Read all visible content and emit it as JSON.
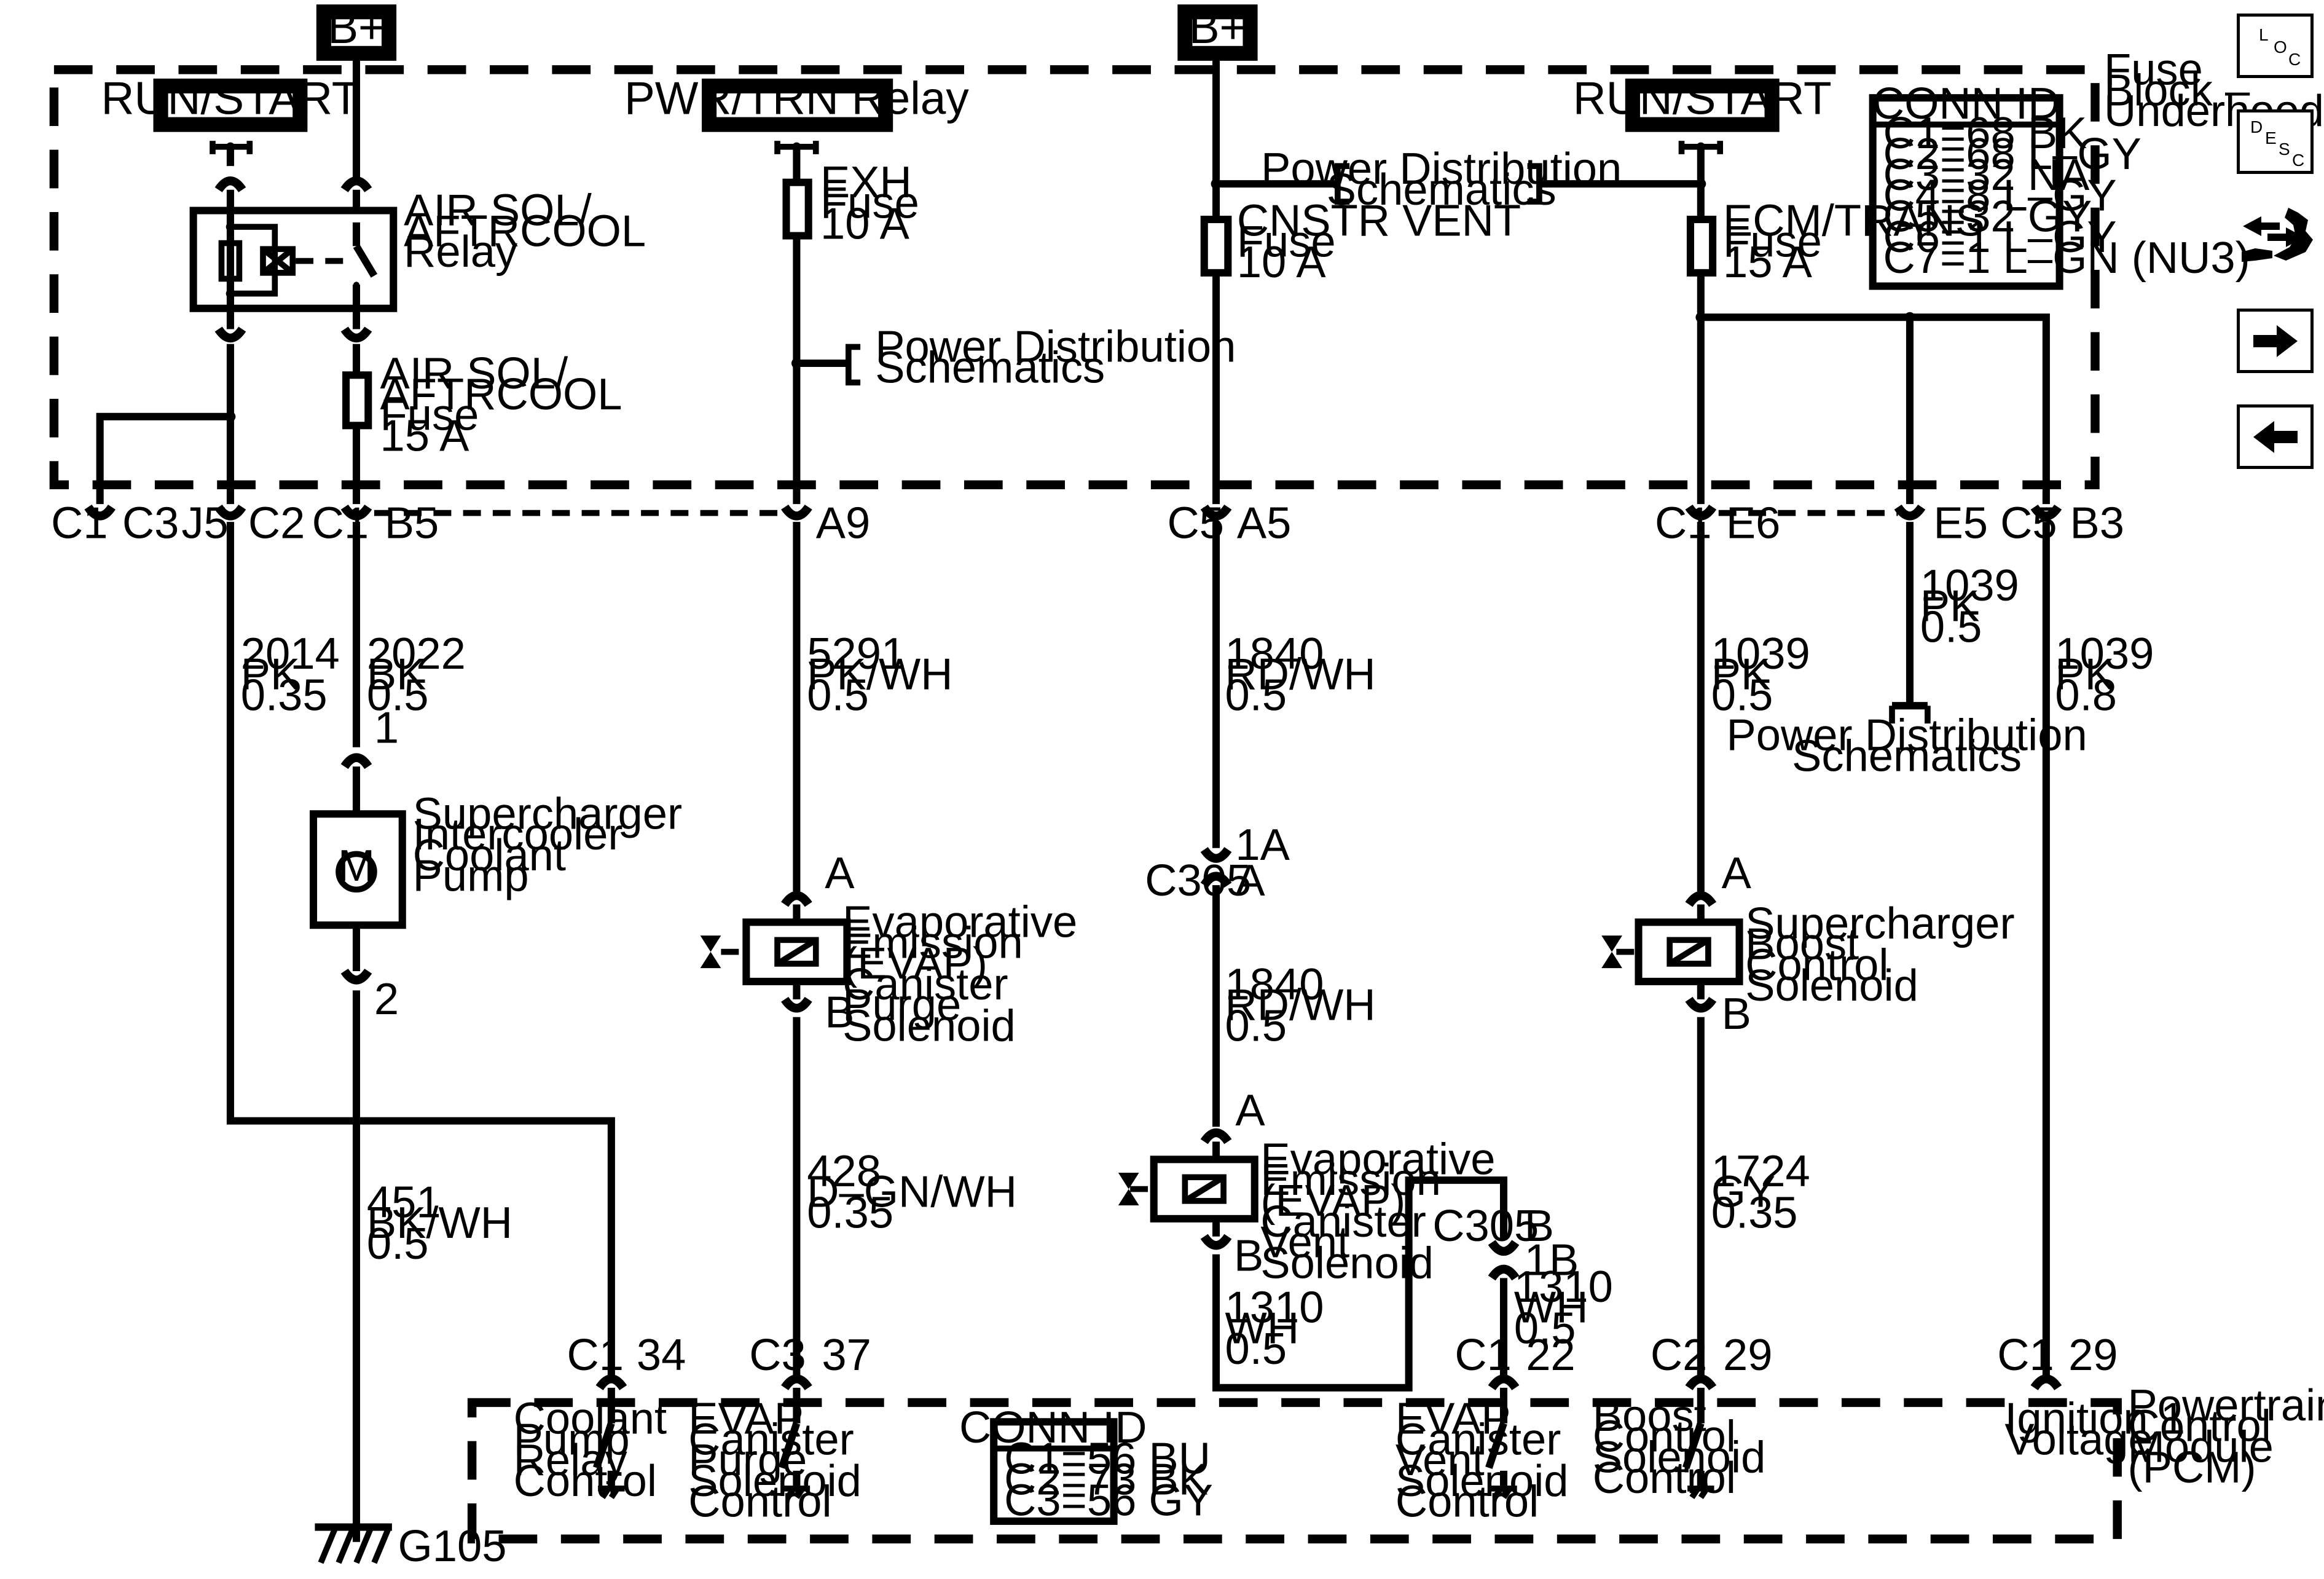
{
  "header_labels": {
    "bplus_left": "B+",
    "bplus_mid": "B+",
    "run_start_left": "RUN/START",
    "pwr_trn_relay": "PWR/TRN Relay",
    "run_start_right": "RUN/START"
  },
  "fuse_block_label": [
    "Fuse",
    "Block –",
    "Underhood"
  ],
  "pcm_label": [
    "Powertrain",
    "Control",
    "Module",
    "(PCM)"
  ],
  "conn_id_top": {
    "title": "CONN ID",
    "rows": [
      "C1=68 BK",
      "C2=68 L–GY",
      "C3=32 NA",
      "C4=8 L–GY",
      "C5=32 GY",
      "C6=1 L–GY",
      "C7=1 L–GN (NU3)"
    ]
  },
  "conn_id_bottom": {
    "title": "CONN ID",
    "rows": [
      "C1=56 BU",
      "C2=73 BK",
      "C3=56 GY"
    ]
  },
  "components": {
    "relay": [
      "AIR SOL/",
      "AFTRCOOL",
      "Relay"
    ],
    "air_fuse": [
      "AIR SOL/",
      "AFTRCOOL",
      "Fuse",
      "15 A"
    ],
    "exh_fuse": [
      "EXH",
      "Fuse",
      "10 A"
    ],
    "cnstr_fuse": [
      "CNSTR VENT",
      "Fuse",
      "10 A"
    ],
    "ecm_fuse": [
      "ECM/TRANS",
      "Fuse",
      "15 A"
    ],
    "pd_top": [
      "Power Distribution",
      "Schematics"
    ],
    "pd_exh": [
      "Power Distribution",
      "Schematics"
    ],
    "pd_right": [
      "Power Distribution",
      "Schematics"
    ],
    "pump": [
      "Supercharger",
      "Intercooler",
      "Coolant",
      "Pump"
    ],
    "motor_letter": "M",
    "evap_purge": [
      "Evaporative",
      "Emission",
      "(EVAP)",
      "Canister",
      "Purge",
      "Solenoid"
    ],
    "evap_vent": [
      "Evaporative",
      "Emission",
      "(EVAP)",
      "Canister",
      "Vent",
      "Solenoid"
    ],
    "boost": [
      "Supercharger",
      "Boost",
      "Control",
      "Solenoid"
    ],
    "ground": "G105"
  },
  "connectors_top": {
    "c1a": "C1",
    "c3": "C3",
    "j5": "J5",
    "c2": "C2",
    "c1b": "C1",
    "b5": "B5",
    "a9": "A9",
    "c5a": "C5",
    "a5": "A5",
    "c1c": "C1",
    "e6": "E6",
    "e5": "E5",
    "c5b": "C5",
    "b3": "B3"
  },
  "wires": {
    "w2014": [
      "2014",
      "PK",
      "0.35"
    ],
    "w2022": [
      "2022",
      "BK",
      "0.5"
    ],
    "w5291": [
      "5291",
      "PK/WH",
      "0.5"
    ],
    "w1840a": [
      "1840",
      "RD/WH",
      "0.5"
    ],
    "w1840b": [
      "1840",
      "RD/WH",
      "0.5"
    ],
    "w1039a": [
      "1039",
      "PK",
      "0.5"
    ],
    "w1039b": [
      "1039",
      "PK",
      "0.5"
    ],
    "w1039c": [
      "1039",
      "PK",
      "0.8"
    ],
    "w451": [
      "451",
      "BK/WH",
      "0.5"
    ],
    "w428": [
      "428",
      "D–GN/WH",
      "0.35"
    ],
    "w1310a": [
      "1310",
      "WH",
      "0.5"
    ],
    "w1310b": [
      "1310",
      "WH",
      "0.5"
    ],
    "w1724": [
      "1724",
      "GY",
      "0.35"
    ]
  },
  "pins": {
    "pump1": "1",
    "pump2": "2",
    "purgeA": "A",
    "purgeB": "B",
    "c305_1a": "1A",
    "c305_top": "C305",
    "c305_topA": "A",
    "ventA": "A",
    "ventB": "B",
    "c305_bot": "C305",
    "c305_botB": "B",
    "c305_1b": "1B",
    "boostA": "A",
    "boostB": "B"
  },
  "pcm_connectors": {
    "c1_34": "C1",
    "p34": "34",
    "c3_37": "C3",
    "p37": "37",
    "c1_22": "C1",
    "p22": "22",
    "c2_29": "C2",
    "p29a": "29",
    "c1_29": "C1",
    "p29b": "29"
  },
  "pcm_functions": {
    "coolant": [
      "Coolant",
      "Pump",
      "Relay",
      "Control"
    ],
    "purge": [
      "EVAP",
      "Canister",
      "Purge",
      "Solenoid",
      "Control"
    ],
    "vent": [
      "EVAP",
      "Canister",
      "Vent",
      "Solenoid",
      "Control"
    ],
    "boost": [
      "Boost",
      "Control",
      "Solenoid",
      "Control"
    ],
    "ign": [
      "Ignition 1",
      "Voltage"
    ]
  },
  "nav": {
    "loc": [
      "L",
      "O",
      "C"
    ],
    "desc": [
      "D",
      "E",
      "S",
      "C"
    ],
    "conn_icon": "connector-end-view-icon",
    "next_icon": "arrow-right-icon",
    "prev_icon": "arrow-left-icon"
  }
}
